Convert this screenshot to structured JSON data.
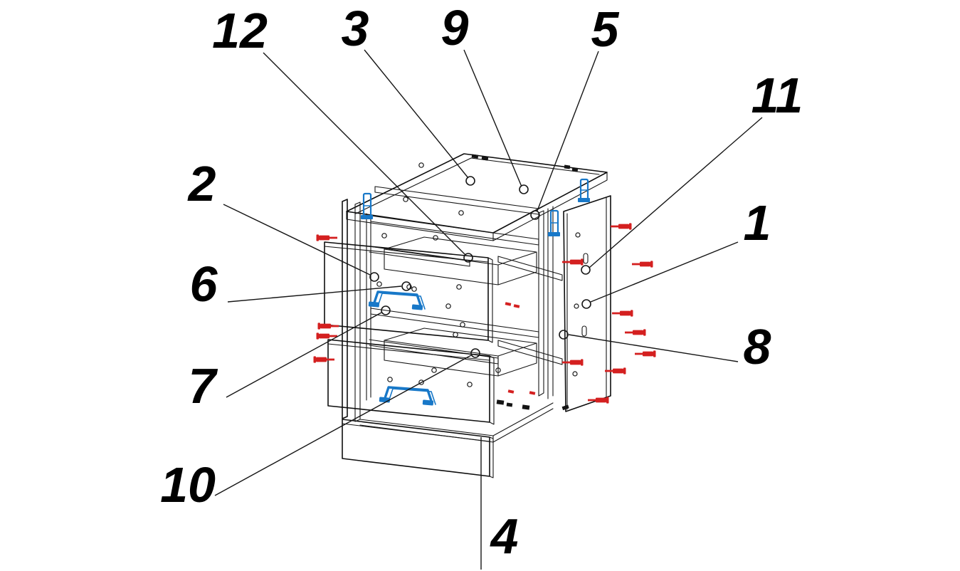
{
  "diagram": {
    "name": "cabinet-exploded-assembly",
    "type": "exploded-view-technical-drawing",
    "description": "Exploded isometric assembly drawing of a two-drawer cabinet with numbered part callouts",
    "colors": {
      "outline": "#161616",
      "handles_and_brackets": "#1878c8",
      "fasteners": "#d42020",
      "background": "#ffffff"
    },
    "callouts": {
      "c12": "12",
      "c3": "3",
      "c9": "9",
      "c5": "5",
      "c11": "11",
      "c2": "2",
      "c1": "1",
      "c6": "6",
      "c8": "8",
      "c7": "7",
      "c10": "10",
      "c4": "4"
    }
  }
}
